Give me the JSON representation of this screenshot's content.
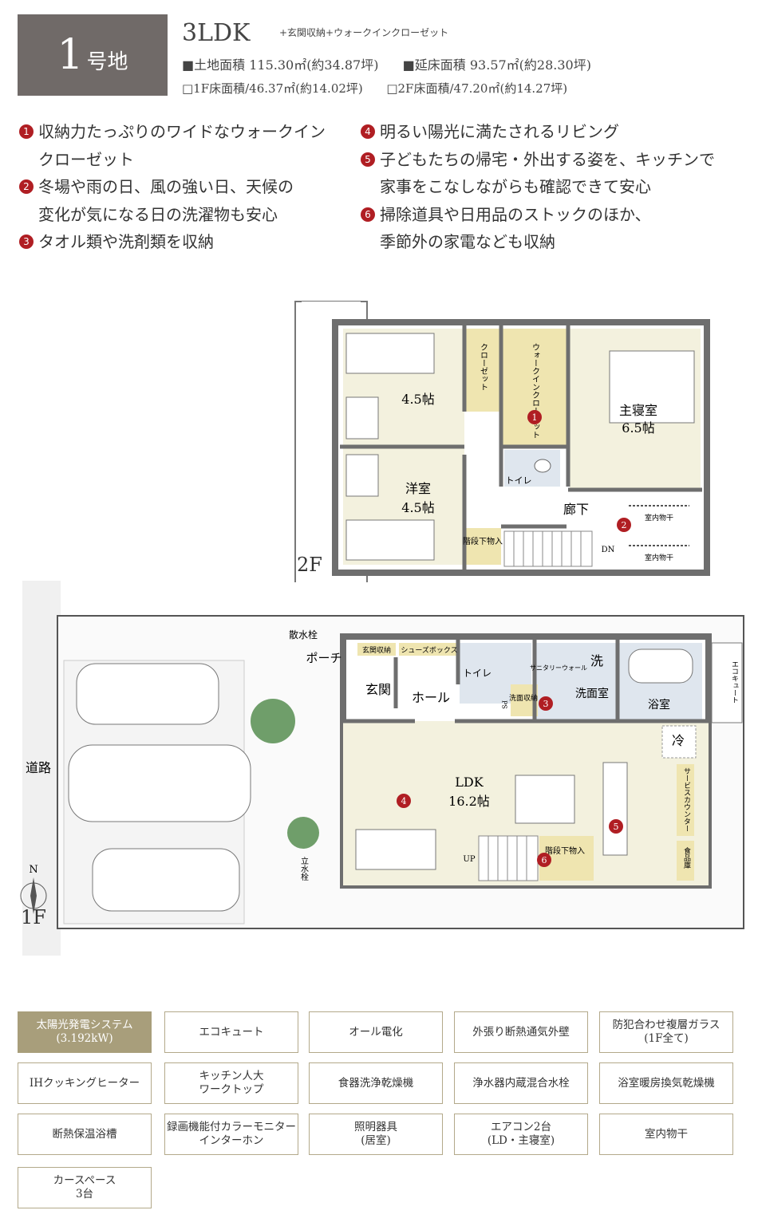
{
  "header": {
    "lot_number": "1",
    "lot_suffix": "号地",
    "layout_type": "3LDK",
    "layout_extra": "+玄関収納+ウォークインクローゼット",
    "land_area": "■土地面積 115.30㎡(約34.87坪)",
    "floor_area": "■延床面積 93.57㎡(約28.30坪)",
    "floor1_area": "□1F床面積/46.37㎡(約14.02坪)",
    "floor2_area": "□2F床面積/47.20㎡(約14.27坪)"
  },
  "features": [
    {
      "num": "1",
      "lines": [
        "収納力たっぷりのワイドなウォークイン",
        "クローゼット"
      ]
    },
    {
      "num": "2",
      "lines": [
        "冬場や雨の日、風の強い日、天候の",
        "変化が気になる日の洗濯物も安心"
      ]
    },
    {
      "num": "3",
      "lines": [
        "タオル類や洗剤類を収納"
      ]
    },
    {
      "num": "4",
      "lines": [
        "明るい陽光に満たされるリビング"
      ]
    },
    {
      "num": "5",
      "lines": [
        "子どもたちの帰宅・外出する姿を、キッチンで",
        "家事をこなしながらも確認できて安心"
      ]
    },
    {
      "num": "6",
      "lines": [
        "掃除道具や日用品のストックのほか、",
        "季節外の家電なども収納"
      ]
    }
  ],
  "floor2": {
    "label": "2F",
    "room1": "4.5帖",
    "room2_name": "洋室",
    "room2_size": "4.5帖",
    "closet": "クローゼット",
    "wic": "ウォークインクローゼット",
    "master_name": "主寝室",
    "master_size": "6.5帖",
    "toilet": "トイレ",
    "hall": "廊下",
    "stair_storage": "階段下物入",
    "dn": "DN",
    "drying": "室内物干"
  },
  "floor1": {
    "label": "1F",
    "road": "道路",
    "north": "N",
    "faucet": "散水栓",
    "porch": "ポーチ",
    "entry_storage": "玄関収納",
    "shoe_box": "シューズボックス",
    "entrance": "玄関",
    "hall": "ホール",
    "toilet": "トイレ",
    "sanitary": "サニタリーウォール",
    "wash_mark": "洗",
    "washroom": "洗面室",
    "wash_storage": "洗面収納",
    "bath": "浴室",
    "ecocute": "エコキュート",
    "fridge": "冷",
    "ldk": "LDK",
    "ldk_size": "16.2帖",
    "service_counter": "サービスカウンター",
    "pantry": "食品庫",
    "stair_storage": "階段下物入",
    "up": "UP",
    "standing_faucet": "立水栓",
    "ps": "PS"
  },
  "equipment": [
    {
      "label": "太陽光発電システム\n(3.192kW)",
      "highlight": true
    },
    {
      "label": "エコキュート",
      "highlight": false
    },
    {
      "label": "オール電化",
      "highlight": false
    },
    {
      "label": "外張り断熱通気外壁",
      "highlight": false
    },
    {
      "label": "防犯合わせ複層ガラス\n(1F全て)",
      "highlight": false
    },
    {
      "label": "IHクッキングヒーター",
      "highlight": false
    },
    {
      "label": "キッチン人大\nワークトップ",
      "highlight": false
    },
    {
      "label": "食器洗浄乾燥機",
      "highlight": false
    },
    {
      "label": "浄水器内蔵混合水栓",
      "highlight": false
    },
    {
      "label": "浴室暖房換気乾燥機",
      "highlight": false
    },
    {
      "label": "断熱保温浴槽",
      "highlight": false
    },
    {
      "label": "録画機能付カラーモニター\nインターホン",
      "highlight": false
    },
    {
      "label": "照明器具\n(居室)",
      "highlight": false
    },
    {
      "label": "エアコン2台\n(LD・主寝室)",
      "highlight": false
    },
    {
      "label": "室内物干",
      "highlight": false
    },
    {
      "label": "カースペース\n3台",
      "highlight": false
    }
  ],
  "colors": {
    "badge": "#706a68",
    "accent": "#b01e23",
    "room": "#f3f1de",
    "storage": "#efe5b0",
    "wall": "#6e6e6e",
    "highlight": "#a89e7b"
  }
}
